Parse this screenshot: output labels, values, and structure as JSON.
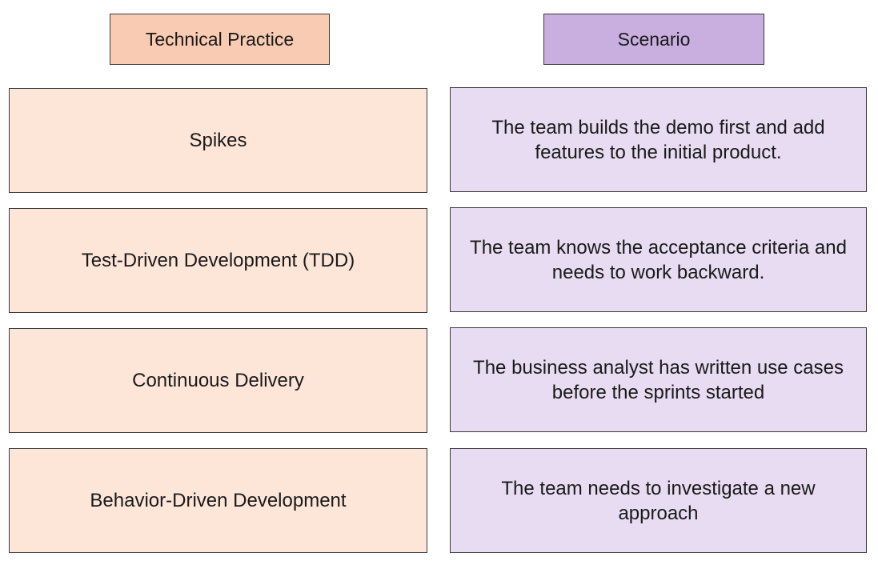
{
  "headers": {
    "left": "Technical Practice",
    "right": "Scenario"
  },
  "practices": [
    "Spikes",
    "Test-Driven Development (TDD)",
    "Continuous Delivery",
    "Behavior-Driven Development"
  ],
  "scenarios": [
    "The team builds the demo first and add features to the initial product.",
    "The team knows the acceptance criteria and needs to work backward.",
    "The business analyst has written use cases before the sprints started",
    "The team needs to investigate a new approach"
  ],
  "colors": {
    "practice_header": "#f8cbb2",
    "scenario_header": "#c9aee0",
    "practice_fill": "#fde5d8",
    "scenario_fill": "#e7dcf1",
    "border": "#3a3a3a"
  }
}
